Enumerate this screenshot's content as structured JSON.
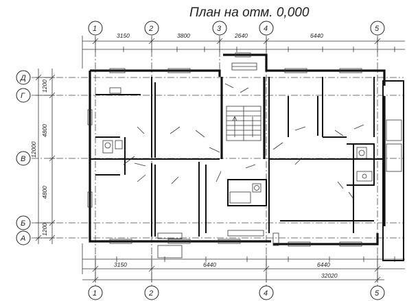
{
  "title": "План на отм. 0,000",
  "axes_columns": [
    {
      "label": "1"
    },
    {
      "label": "2"
    },
    {
      "label": "3"
    },
    {
      "label": "4"
    },
    {
      "label": "5"
    }
  ],
  "axes_rows": [
    {
      "label": "Д"
    },
    {
      "label": "Г"
    },
    {
      "label": "В"
    },
    {
      "label": "Б"
    },
    {
      "label": "А"
    }
  ],
  "dims_top": [
    "3150",
    "3800",
    "2640",
    "6440"
  ],
  "dims_bottom": [
    "3150",
    "6440",
    "6440"
  ],
  "dim_total": "32020",
  "dims_left": [
    "1200",
    "4800",
    "4800",
    "1200"
  ],
  "dim_left_total": "12000"
}
